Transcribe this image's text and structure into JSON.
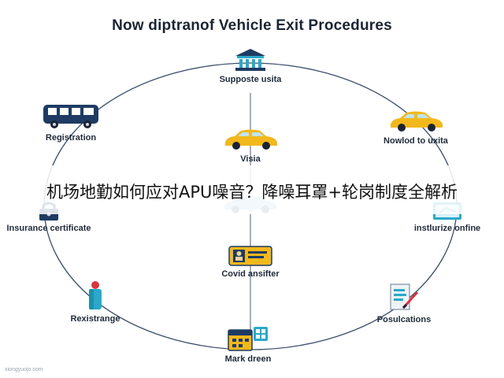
{
  "title": "Now diptranof Vehicle Exit Procedures",
  "overlay_text": "机场地勤如何应对APU噪音？降噪耳罩+轮岗制度全解析",
  "watermark": "xiongyuojo.com",
  "nodes": [
    {
      "id": "top",
      "label": "Supposte usita",
      "icon": "bank-building-icon"
    },
    {
      "id": "registration",
      "label": "Registration",
      "icon": "van-icon"
    },
    {
      "id": "nowlod",
      "label": "Nowlod to uxita",
      "icon": "yellow-car-icon"
    },
    {
      "id": "visia",
      "label": "Visia",
      "icon": "yellow-car-icon"
    },
    {
      "id": "insurance",
      "label": "Insurance certificate",
      "icon": "padlock-icon"
    },
    {
      "id": "instlurize",
      "label": "instlurize onfine",
      "icon": "tablet-icon"
    },
    {
      "id": "covid",
      "label": "Covid ansifter",
      "icon": "id-card-icon"
    },
    {
      "id": "rexistrange",
      "label": "Rexistrange",
      "icon": "cylinder-icon"
    },
    {
      "id": "posulcations",
      "label": "Posulcations",
      "icon": "document-pen-icon"
    },
    {
      "id": "mark",
      "label": "Mark dreen",
      "icon": "calendar-icon"
    }
  ],
  "colors": {
    "navy": "#1f3b63",
    "yellow": "#f2b81c",
    "teal": "#2aa9c9",
    "red": "#d9363e",
    "line": "#3b4e6b"
  }
}
